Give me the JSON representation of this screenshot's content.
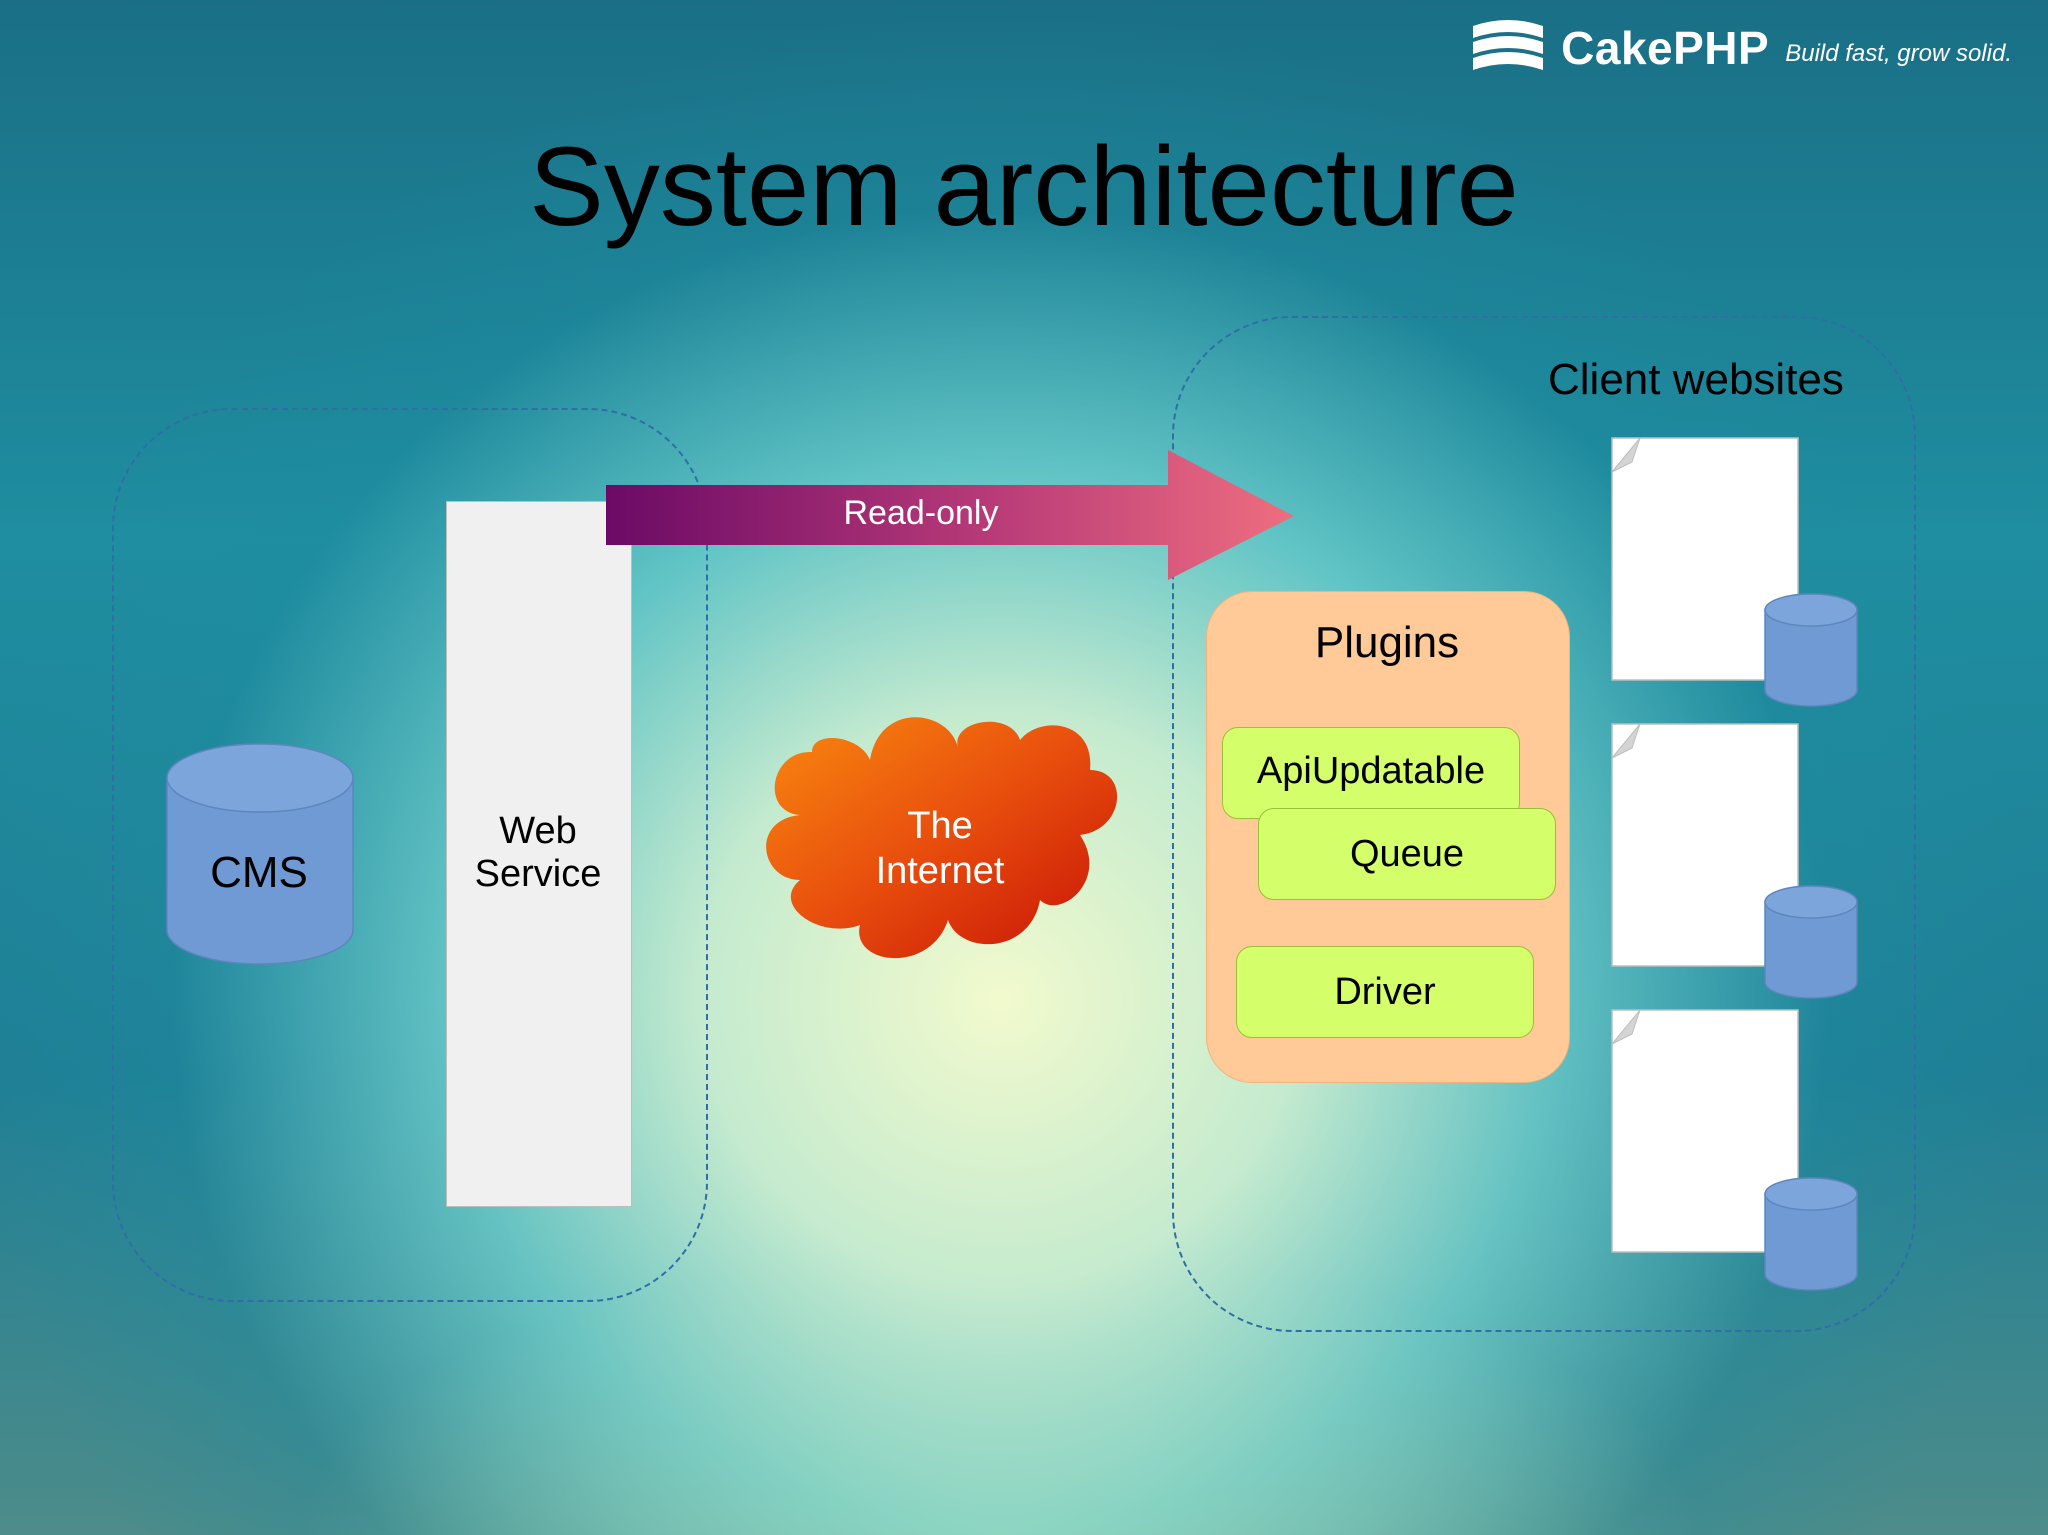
{
  "logo": {
    "brand": "CakePHP",
    "tagline": "Build fast, grow solid."
  },
  "title": "System architecture",
  "diagram": {
    "cms": "CMS",
    "web_service": {
      "line1": "Web",
      "line2": "Service"
    },
    "arrow": "Read-only",
    "cloud": {
      "line1": "The",
      "line2": "Internet"
    },
    "client_websites": "Client websites",
    "plugins": {
      "label": "Plugins",
      "items": [
        "ApiUpdatable",
        "Queue",
        "Driver"
      ]
    }
  },
  "colors": {
    "cylinder": "#6f9ad3",
    "plugins_box": "#ffc998",
    "plugin_item": "#d4fe6a",
    "arrow_start": "#6b0a66",
    "arrow_end": "#ee6e7f",
    "cloud_start": "#f77f0e",
    "cloud_end": "#c81207",
    "group_border": "#2f6ea6"
  }
}
